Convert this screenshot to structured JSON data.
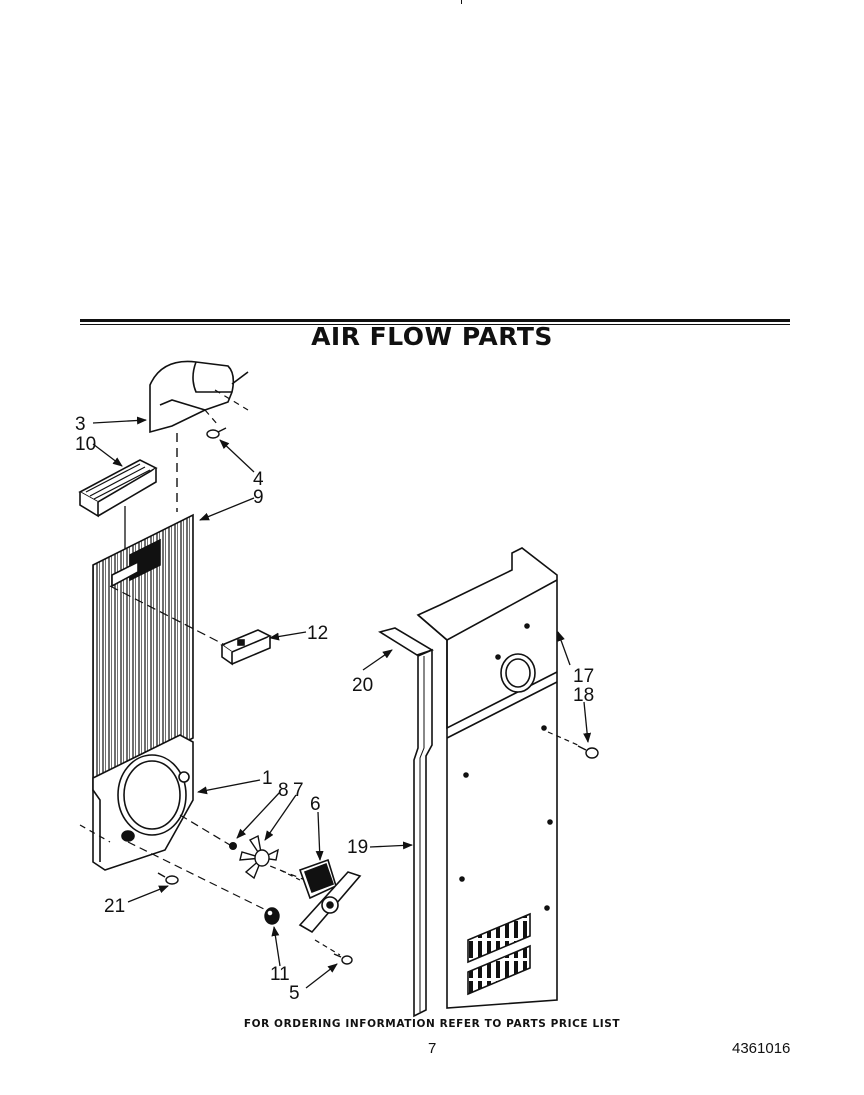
{
  "header": {
    "title": "AIR FLOW PARTS"
  },
  "callouts": [
    "1",
    "3",
    "4",
    "5",
    "6",
    "7",
    "8",
    "9",
    "10",
    "11",
    "12",
    "17",
    "18",
    "19",
    "20",
    "21"
  ],
  "parts": [
    {
      "id": "air-duct-cover",
      "callout": "3"
    },
    {
      "id": "screw",
      "callout": "4"
    },
    {
      "id": "evaporator-cover",
      "callout": "5"
    },
    {
      "id": "air-grille",
      "callout": "6"
    },
    {
      "id": "fan-shroud",
      "callout": "1"
    },
    {
      "id": "motor-bracket",
      "callout": "7"
    },
    {
      "id": "fan-blade",
      "callout": "8"
    },
    {
      "id": "retainer",
      "callout": "9"
    },
    {
      "id": "grommet",
      "callout": "10"
    },
    {
      "id": "screw",
      "callout": "11"
    },
    {
      "id": "thermostat-bracket",
      "callout": "12"
    },
    {
      "id": "rear-panel",
      "callout": "17"
    },
    {
      "id": "screw",
      "callout": "18"
    },
    {
      "id": "side-channel",
      "callout": "19"
    },
    {
      "id": "seal",
      "callout": "20"
    },
    {
      "id": "screw",
      "callout": "21"
    }
  ],
  "footer": {
    "note": "FOR ORDERING INFORMATION REFER TO PARTS PRICE LIST",
    "page": "7",
    "doc_number": "4361016"
  },
  "colors": {
    "ink": "#111111",
    "paper": "#ffffff"
  }
}
